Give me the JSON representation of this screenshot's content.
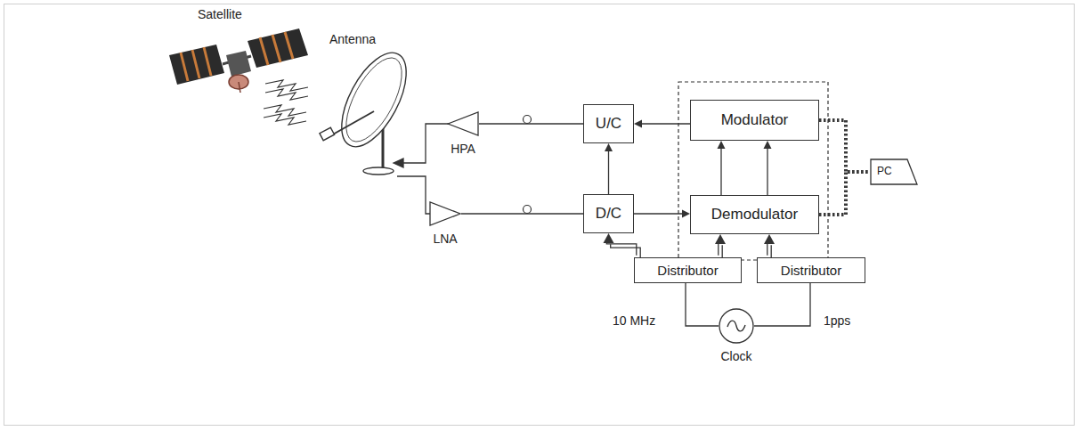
{
  "diagram": {
    "nodes": [
      {
        "text": [
          "HPA"
        ]
      },
      {
        "text": [
          "U/C"
        ]
      },
      {
        "text": [
          "Modulator"
        ]
      },
      {
        "text": [
          "LNA"
        ]
      },
      {
        "text": [
          "D/C"
        ]
      },
      {
        "text": [
          "Demodulator"
        ]
      },
      {
        "text": [
          "PC"
        ]
      },
      {
        "text": [
          "Distributor"
        ]
      },
      {
        "text": [
          "Distributor"
        ]
      },
      {
        "text": [
          "Clock"
        ]
      }
    ],
    "edges": [
      {
        "from": 2,
        "to": 1,
        "arrow": "to"
      },
      {
        "from": 1,
        "to": 0,
        "arrow": "none"
      },
      {
        "from": 3,
        "to": 4,
        "arrow": "none"
      },
      {
        "from": 4,
        "to": 1,
        "arrow": "to"
      },
      {
        "from": 4,
        "to": 5,
        "arrow": "to"
      },
      {
        "from": 5,
        "to": 2,
        "arrow": "to"
      },
      {
        "from": 5,
        "to": 2,
        "arrow": "to"
      },
      {
        "from": 2,
        "to": 6,
        "arrow": "none"
      },
      {
        "from": 5,
        "to": 6,
        "arrow": "none"
      },
      {
        "from": 7,
        "to": 4,
        "arrow": "to"
      },
      {
        "from": 7,
        "to": 5,
        "arrow": "to"
      },
      {
        "from": 8,
        "to": 5,
        "arrow": "to"
      },
      {
        "from": 9,
        "to": 7,
        "arrow": "none"
      },
      {
        "from": 9,
        "to": 8,
        "arrow": "none"
      }
    ],
    "labels": [
      "Satellite",
      "Antenna",
      "10 MHz",
      "1pps"
    ]
  }
}
